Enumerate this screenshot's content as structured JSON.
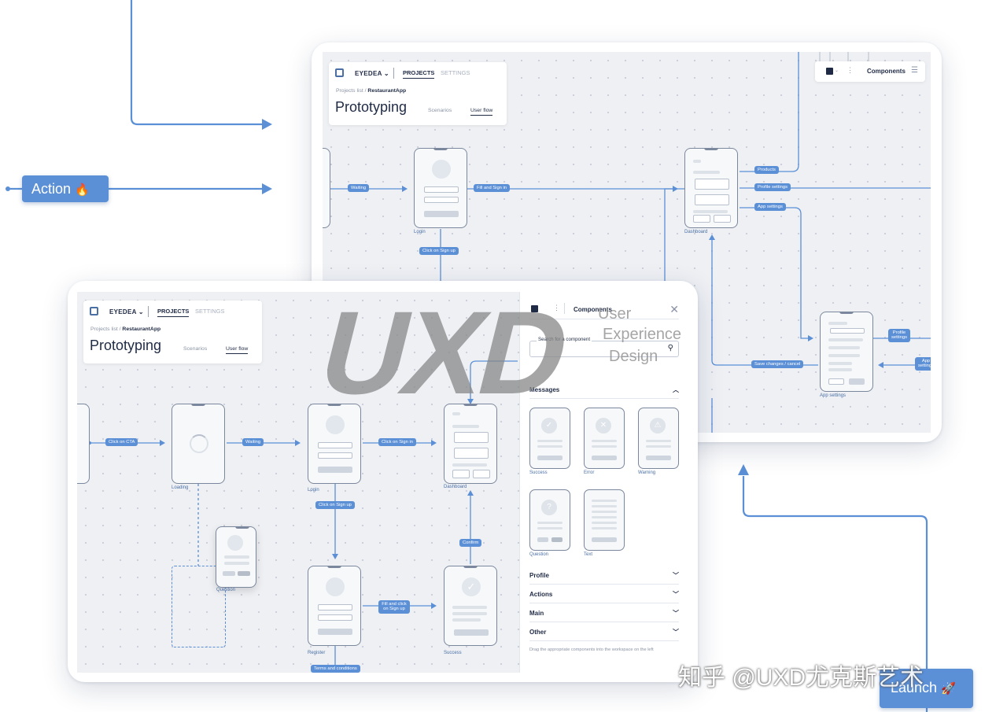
{
  "tags": {
    "action": "Action",
    "action_emoji": "🔥",
    "launch": "Launch",
    "launch_emoji": "🚀"
  },
  "header": {
    "brand": "EYEDEA",
    "projects_tab": "PROJECTS",
    "settings_tab": "SETTINGS",
    "crumb_root": "Projects list",
    "crumb_sep": "/",
    "crumb_current": "RestaurantApp",
    "title": "Prototyping",
    "tab_scenarios": "Scenarios",
    "tab_userflow": "User flow"
  },
  "back_flow": {
    "toolbar_label": "Components",
    "screens": [
      "Login",
      "Dashboard",
      "App settings"
    ],
    "pills": [
      "Waiting",
      "Fill and Sign in",
      "Click on Sign up",
      "Products",
      "Profile settings",
      "App settings",
      "Save changes / cancel",
      "Profile settings",
      "App settings"
    ]
  },
  "front_flow": {
    "screens": [
      "Loading",
      "Login",
      "Dashboard",
      "Question",
      "Register",
      "Success"
    ],
    "pills": [
      "Click on CTA",
      "Waiting",
      "Click on Sign in",
      "Click on Sign up",
      "Confirm",
      "Fill and click on Sign up",
      "Terms and conditions"
    ]
  },
  "panel": {
    "title": "Components",
    "search_placeholder": "Search for a component",
    "messages_label": "Messages",
    "messages_items": [
      "Success",
      "Error",
      "Warning",
      "Question",
      "Text"
    ],
    "sections": [
      "Profile",
      "Actions",
      "Main",
      "Other"
    ],
    "hint": "Drag the appropriate components into the workspace on the left"
  },
  "watermark": {
    "logo": "UXD",
    "line1": "User",
    "line2": "Experience",
    "line3": "Design",
    "zhihu": "知乎 @UXD尤克斯艺术"
  },
  "colors": {
    "accent": "#5b8fd6",
    "ink": "#1f2a44",
    "line": "#5b8fd6"
  }
}
